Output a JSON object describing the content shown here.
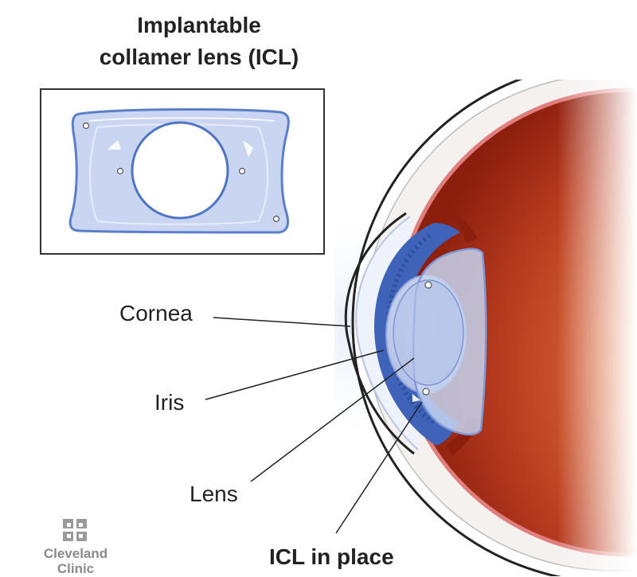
{
  "title": {
    "line1": "Implantable",
    "line2": "collamer lens (ICL)"
  },
  "labels": {
    "cornea": "Cornea",
    "iris": "Iris",
    "lens": "Lens",
    "icl_in_place": "ICL in place"
  },
  "logo": {
    "line1": "Cleveland",
    "line2": "Clinic",
    "icon": "cleveland-clinic-cross-icon"
  },
  "colors": {
    "lens_blue": "#c9d5f1",
    "lens_outline": "#5b7fc9",
    "iris_blue": "#3f63b8",
    "eye_red": "#b63a1e",
    "eye_dark": "#8b1e0d",
    "eye_orange": "#f09a5a",
    "sclera_pink": "#e07d7d"
  }
}
